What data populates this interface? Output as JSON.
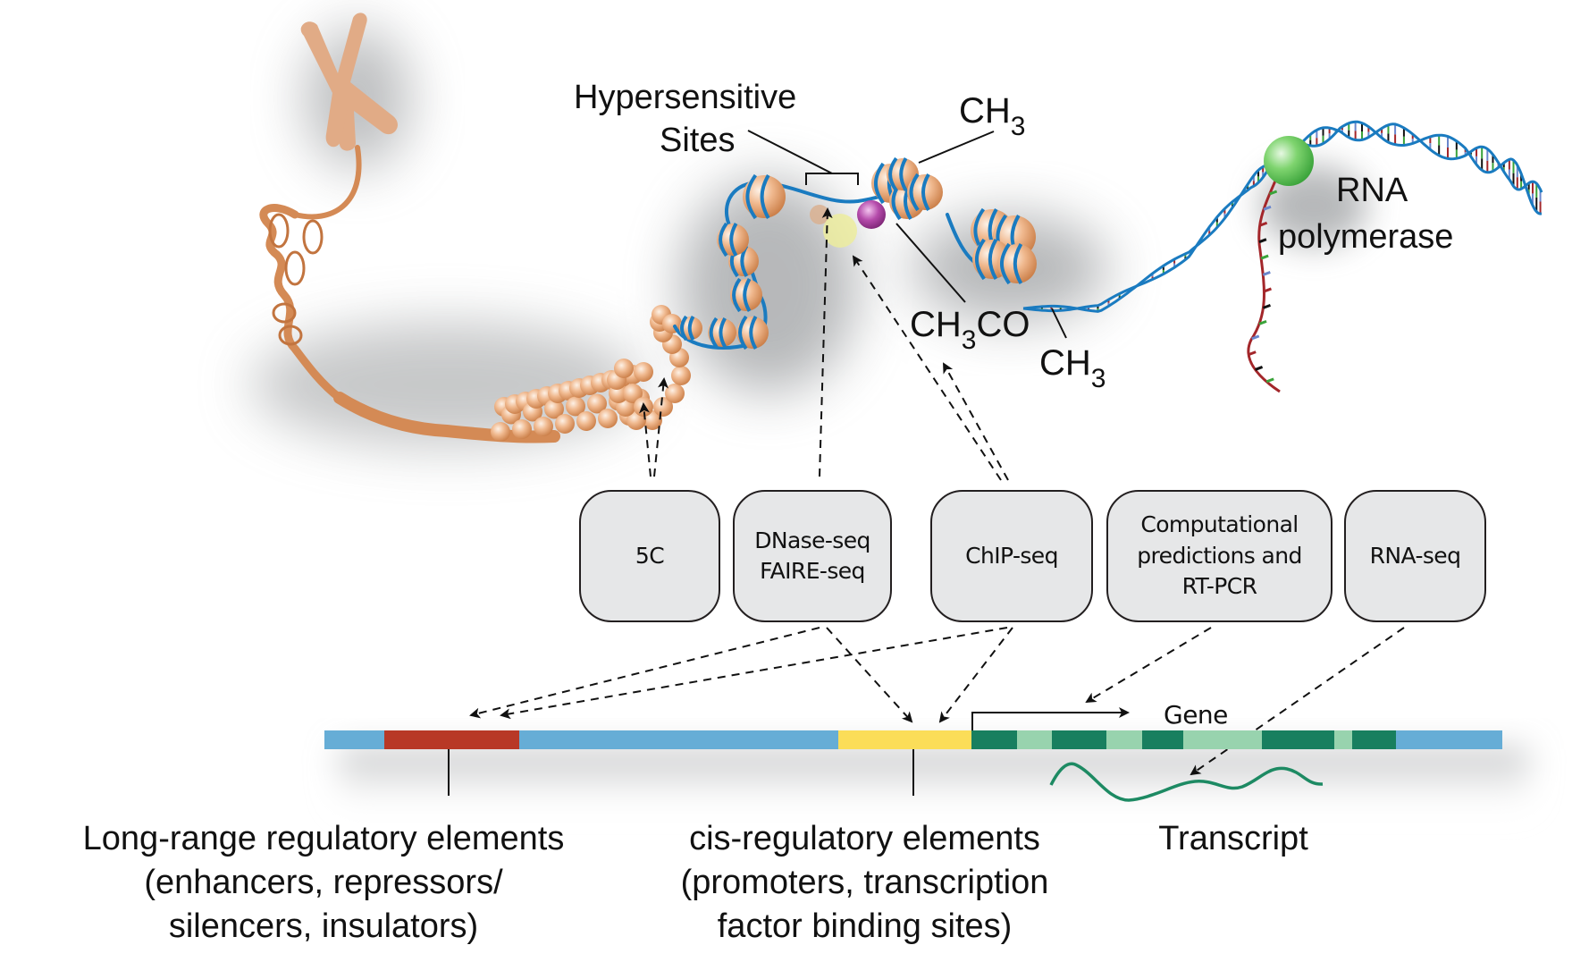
{
  "figure": {
    "labels": {
      "hypersensitive_line1": "Hypersensitive",
      "hypersensitive_line2": "Sites",
      "methyl_top": {
        "base": "CH",
        "sub": "3"
      },
      "acetyl": {
        "base": "CH",
        "sub": "3",
        "rest": "CO"
      },
      "methyl_bottom": {
        "base": "CH",
        "sub": "3"
      },
      "rna_pol_line1": "RNA",
      "rna_pol_line2": "polymerase",
      "gene": "Gene"
    },
    "assays": [
      {
        "id": "5c",
        "lines": [
          "5C"
        ]
      },
      {
        "id": "dnase",
        "lines": [
          "DNase-seq",
          "FAIRE-seq"
        ]
      },
      {
        "id": "chip",
        "lines": [
          "ChIP-seq"
        ]
      },
      {
        "id": "comp",
        "lines": [
          "Computational",
          "predictions and",
          "RT-PCR"
        ]
      },
      {
        "id": "rna",
        "lines": [
          "RNA-seq"
        ]
      }
    ],
    "genome_track": {
      "segments": [
        {
          "type": "intergenic",
          "color": "#66add6"
        },
        {
          "type": "long-range-regulatory",
          "color": "#b83826"
        },
        {
          "type": "intergenic",
          "color": "#66add6"
        },
        {
          "type": "cis-regulatory",
          "color": "#fbdd58"
        },
        {
          "type": "exon",
          "color": "#187f5f"
        },
        {
          "type": "intron",
          "color": "#98d3ae"
        },
        {
          "type": "exon",
          "color": "#187f5f"
        },
        {
          "type": "intron",
          "color": "#98d3ae"
        },
        {
          "type": "exon",
          "color": "#187f5f"
        },
        {
          "type": "intron",
          "color": "#98d3ae"
        },
        {
          "type": "exon",
          "color": "#187f5f"
        },
        {
          "type": "intron",
          "color": "#98d3ae"
        },
        {
          "type": "exon",
          "color": "#187f5f"
        },
        {
          "type": "intergenic",
          "color": "#66add6"
        }
      ]
    },
    "captions": {
      "long_range": [
        "Long-range regulatory elements",
        "(enhancers, repressors/",
        "silencers, insulators)"
      ],
      "cis": [
        "cis-regulatory elements",
        "(promoters, transcription",
        "factor binding sites)"
      ],
      "transcript": [
        "Transcript"
      ]
    },
    "colors": {
      "chromatin": "#d9925e",
      "dna_strand": "#1a7bc0",
      "rna_strand": "#a3262a",
      "polymerase": "#5cc55a",
      "acetyl_marker": "#a33a9b",
      "tf_marker": "#ecec9e",
      "transcript": "#1d8a63",
      "box_fill": "#e6e7e8"
    }
  }
}
